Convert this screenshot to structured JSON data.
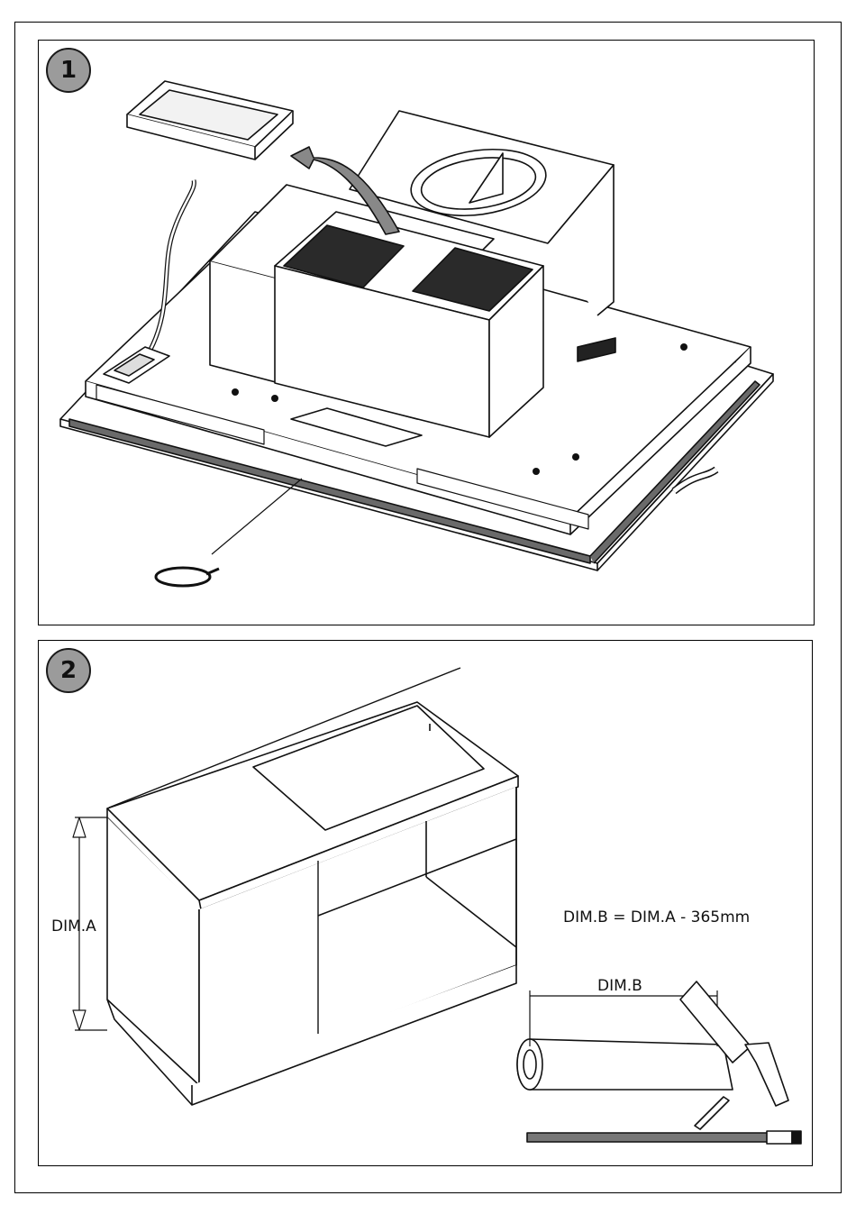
{
  "steps": [
    {
      "number": "1"
    },
    {
      "number": "2"
    }
  ],
  "dimensions": {
    "dim_a_label": "DIM.A",
    "dim_b_label": "DIM.B",
    "formula": "DIM.B = DIM.A - 365mm"
  },
  "colors": {
    "line": "#111111",
    "badge_fill": "#9b9b9b",
    "grille_fill": "#1a1a1a",
    "seal_fill": "#555555"
  }
}
